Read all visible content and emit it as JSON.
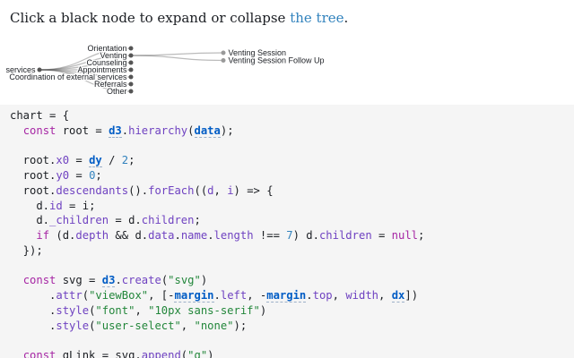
{
  "intro": {
    "text_before": "Click a black node to expand or collapse ",
    "link_text": "the tree",
    "text_after": "."
  },
  "tree": {
    "root": "services",
    "children": [
      "Orientation",
      "Venting",
      "Counseling",
      "Appointments",
      "Coordination of external services",
      "Referrals",
      "Other"
    ],
    "expanded_node": "Venting",
    "grandchildren": [
      "Venting Session",
      "Venting Session Follow Up"
    ]
  },
  "colors": {
    "link_accent": "#3182bd",
    "code_background": "#f5f5f5",
    "node_collapsed": "#555555",
    "node_leaf": "#999999",
    "tree_link": "#555555"
  },
  "code": {
    "lines": [
      [
        [
          "op",
          "chart = {"
        ]
      ],
      [
        [
          "op",
          "  "
        ],
        [
          "kw",
          "const"
        ],
        [
          "op",
          " root = "
        ],
        [
          "ref",
          "d3"
        ],
        [
          "op",
          "."
        ],
        [
          "fn",
          "hierarchy"
        ],
        [
          "op",
          "("
        ],
        [
          "ref",
          "data"
        ],
        [
          "op",
          ");"
        ]
      ],
      [
        [
          "op",
          ""
        ]
      ],
      [
        [
          "op",
          "  root."
        ],
        [
          "prop",
          "x0"
        ],
        [
          "op",
          " = "
        ],
        [
          "ref",
          "dy"
        ],
        [
          "op",
          " / "
        ],
        [
          "num",
          "2"
        ],
        [
          "op",
          ";"
        ]
      ],
      [
        [
          "op",
          "  root."
        ],
        [
          "prop",
          "y0"
        ],
        [
          "op",
          " = "
        ],
        [
          "num",
          "0"
        ],
        [
          "op",
          ";"
        ]
      ],
      [
        [
          "op",
          "  root."
        ],
        [
          "fn",
          "descendants"
        ],
        [
          "op",
          "()."
        ],
        [
          "fn",
          "forEach"
        ],
        [
          "op",
          "(("
        ],
        [
          "prop",
          "d"
        ],
        [
          "op",
          ", "
        ],
        [
          "prop",
          "i"
        ],
        [
          "op",
          ") => {"
        ]
      ],
      [
        [
          "op",
          "    d."
        ],
        [
          "prop",
          "id"
        ],
        [
          "op",
          " = i;"
        ]
      ],
      [
        [
          "op",
          "    d."
        ],
        [
          "prop",
          "_children"
        ],
        [
          "op",
          " = d."
        ],
        [
          "prop",
          "children"
        ],
        [
          "op",
          ";"
        ]
      ],
      [
        [
          "op",
          "    "
        ],
        [
          "kw",
          "if"
        ],
        [
          "op",
          " (d."
        ],
        [
          "prop",
          "depth"
        ],
        [
          "op",
          " && d."
        ],
        [
          "prop",
          "data"
        ],
        [
          "op",
          "."
        ],
        [
          "prop",
          "name"
        ],
        [
          "op",
          "."
        ],
        [
          "prop",
          "length"
        ],
        [
          "op",
          " !== "
        ],
        [
          "num",
          "7"
        ],
        [
          "op",
          ") d."
        ],
        [
          "prop",
          "children"
        ],
        [
          "op",
          " = "
        ],
        [
          "kw",
          "null"
        ],
        [
          "op",
          ";"
        ]
      ],
      [
        [
          "op",
          "  });"
        ]
      ],
      [
        [
          "op",
          ""
        ]
      ],
      [
        [
          "op",
          "  "
        ],
        [
          "kw",
          "const"
        ],
        [
          "op",
          " svg = "
        ],
        [
          "ref",
          "d3"
        ],
        [
          "op",
          "."
        ],
        [
          "fn",
          "create"
        ],
        [
          "op",
          "("
        ],
        [
          "str",
          "\"svg\""
        ],
        [
          "op",
          ")"
        ]
      ],
      [
        [
          "op",
          "      ."
        ],
        [
          "fn",
          "attr"
        ],
        [
          "op",
          "("
        ],
        [
          "str",
          "\"viewBox\""
        ],
        [
          "op",
          ", [-"
        ],
        [
          "ref",
          "margin"
        ],
        [
          "op",
          "."
        ],
        [
          "prop",
          "left"
        ],
        [
          "op",
          ", -"
        ],
        [
          "ref",
          "margin"
        ],
        [
          "op",
          "."
        ],
        [
          "prop",
          "top"
        ],
        [
          "op",
          ", "
        ],
        [
          "prop",
          "width"
        ],
        [
          "op",
          ", "
        ],
        [
          "ref",
          "dx"
        ],
        [
          "op",
          "])"
        ]
      ],
      [
        [
          "op",
          "      ."
        ],
        [
          "fn",
          "style"
        ],
        [
          "op",
          "("
        ],
        [
          "str",
          "\"font\""
        ],
        [
          "op",
          ", "
        ],
        [
          "str",
          "\"10px sans-serif\""
        ],
        [
          "op",
          ")"
        ]
      ],
      [
        [
          "op",
          "      ."
        ],
        [
          "fn",
          "style"
        ],
        [
          "op",
          "("
        ],
        [
          "str",
          "\"user-select\""
        ],
        [
          "op",
          ", "
        ],
        [
          "str",
          "\"none\""
        ],
        [
          "op",
          ");"
        ]
      ],
      [
        [
          "op",
          ""
        ]
      ],
      [
        [
          "op",
          "  "
        ],
        [
          "kw",
          "const"
        ],
        [
          "op",
          " gLink = svg."
        ],
        [
          "fn",
          "append"
        ],
        [
          "op",
          "("
        ],
        [
          "str",
          "\"g\""
        ],
        [
          "op",
          ")"
        ]
      ]
    ]
  }
}
